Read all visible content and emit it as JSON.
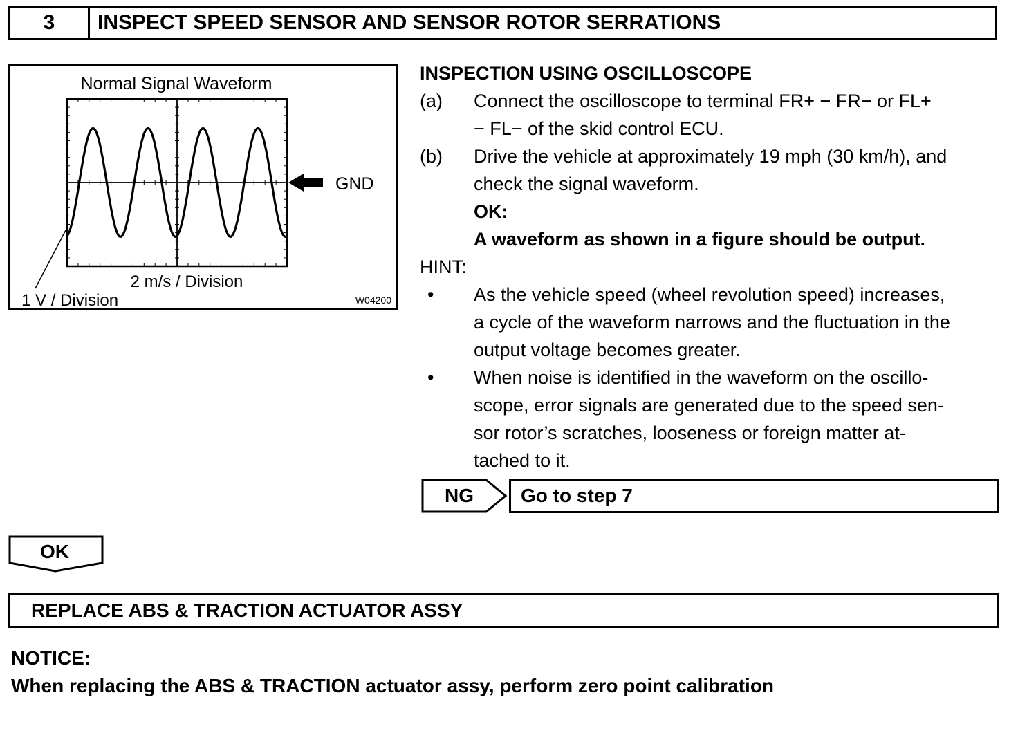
{
  "step": {
    "number": "3",
    "title": "INSPECT SPEED SENSOR AND SENSOR ROTOR SERRATIONS"
  },
  "figure": {
    "title": "Normal Signal Waveform",
    "gnd_label": "GND",
    "x_division_label": "2 m/s / Division",
    "y_division_label": "1 V / Division",
    "figure_code": "W04200"
  },
  "inspection": {
    "heading": "INSPECTION USING OSCILLOSCOPE",
    "steps": [
      {
        "marker": "(a)",
        "lines": [
          "Connect the oscilloscope to terminal FR+ − FR− or FL+",
          "− FL− of the skid control ECU."
        ]
      },
      {
        "marker": "(b)",
        "lines": [
          "Drive the vehicle at approximately 19 mph (30 km/h), and",
          "check the signal waveform."
        ]
      }
    ],
    "ok_label": "OK:",
    "ok_statement": "A waveform as shown in a figure should be output."
  },
  "hint": {
    "label": "HINT:",
    "bullet_symbol": "•",
    "items": [
      {
        "lines": [
          "As the vehicle speed (wheel revolution speed) increases,",
          "a cycle of the waveform narrows and the fluctuation in the",
          "output voltage becomes greater."
        ]
      },
      {
        "lines": [
          "When noise is identified in the waveform on the oscillo-",
          "scope, error signals are generated due to the speed sen-",
          "sor rotor’s scratches, looseness or foreign matter at-",
          "tached to it."
        ]
      }
    ]
  },
  "ng_branch": {
    "label": "NG",
    "action": "Go to step 7"
  },
  "ok_branch": {
    "label": "OK"
  },
  "replace": {
    "text": "REPLACE ABS & TRACTION ACTUATOR ASSY"
  },
  "notice": {
    "title": "NOTICE:",
    "body": "When replacing the ABS & TRACTION actuator assy, perform zero point calibration"
  },
  "chart_data": {
    "type": "line",
    "title": "Normal Signal Waveform",
    "xlabel": "2 m/s / Division",
    "ylabel": "1 V / Division",
    "x_divisions": 2,
    "y_divisions": 2,
    "reference_line": "GND",
    "series": [
      {
        "cycles": 4,
        "amplitude_divisions": 0.6,
        "start_phase": "trough"
      }
    ]
  }
}
